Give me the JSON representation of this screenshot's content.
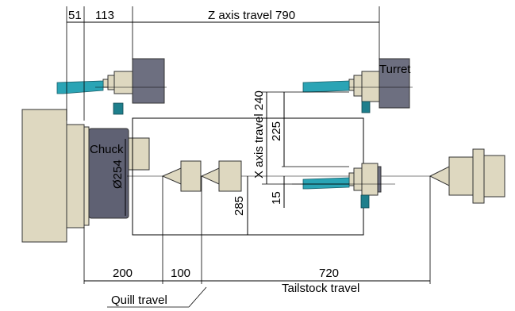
{
  "dimensions": {
    "d51": "51",
    "d113": "113",
    "z_travel": "Z axis travel 790",
    "x_travel": "X axis travel 240",
    "d225": "225",
    "d15": "15",
    "d285": "285",
    "chuck_dia": "Ø254",
    "d200": "200",
    "d100": "100",
    "d720": "720"
  },
  "labels": {
    "turret": "Turret",
    "chuck": "Chuck",
    "quill_travel": "Quill travel",
    "tailstock_travel": "Tailstock travel"
  },
  "colors": {
    "housing": "#ded8c0",
    "turret_block": "#5f6173",
    "tool_holder": "#2aa4b5"
  }
}
